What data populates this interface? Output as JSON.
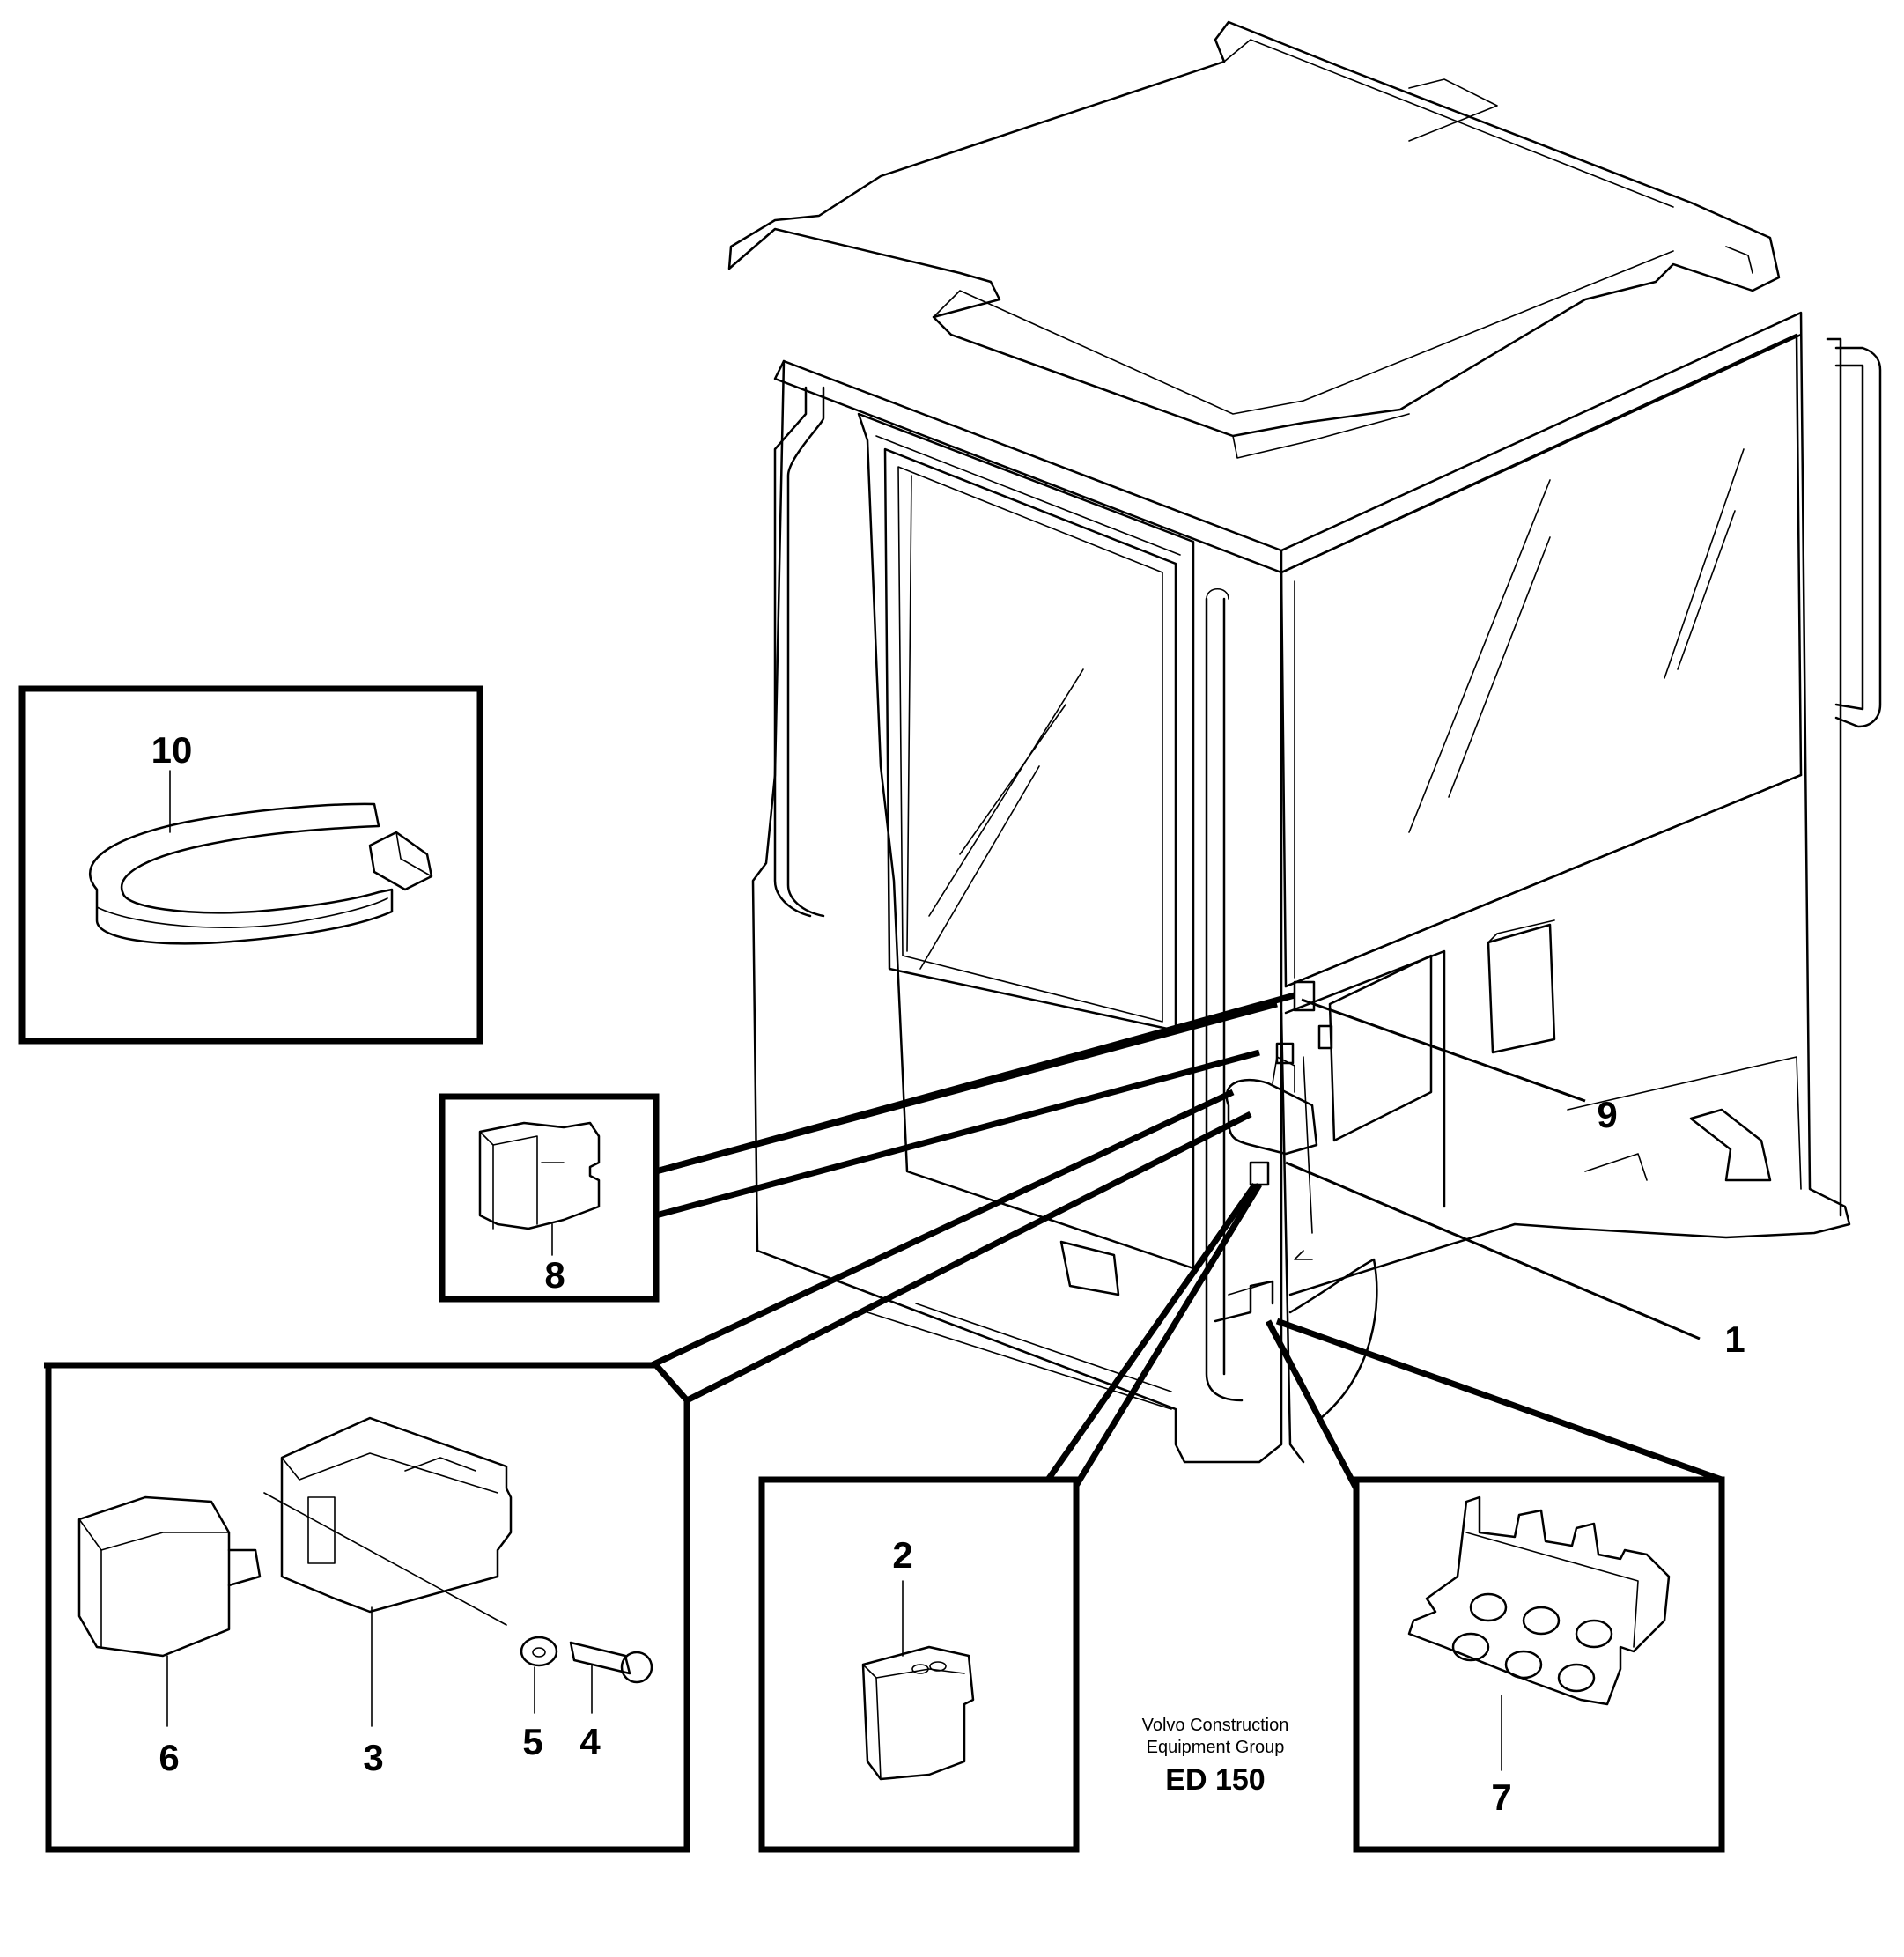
{
  "callouts": {
    "c1": "1",
    "c2": "2",
    "c3": "3",
    "c4": "4",
    "c5": "5",
    "c6": "6",
    "c7": "7",
    "c8": "8",
    "c9": "9",
    "c10": "10"
  },
  "footer": {
    "line1": "Volvo Construction",
    "line2": "Equipment Group",
    "code": "ED 150"
  }
}
